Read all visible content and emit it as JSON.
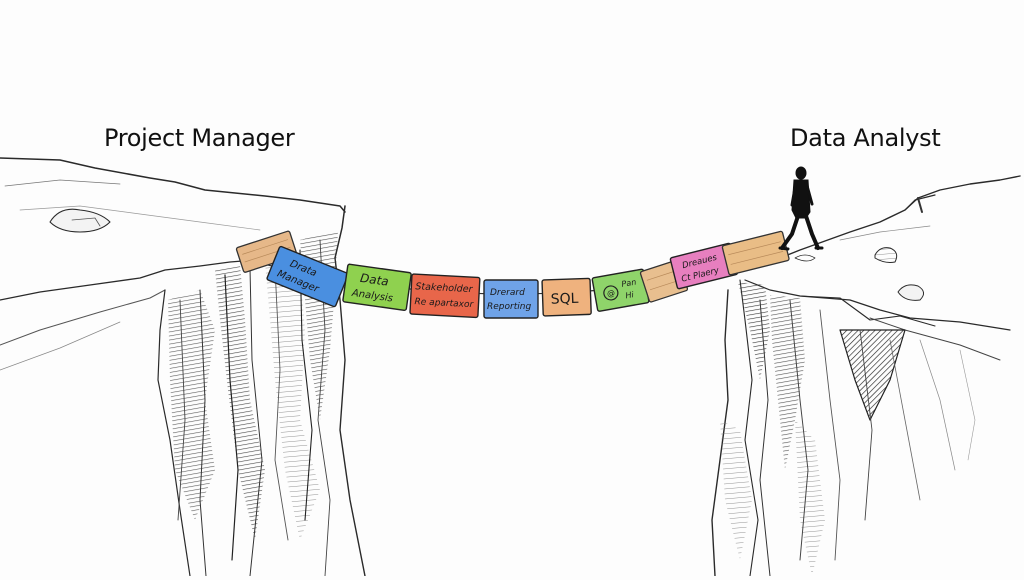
{
  "labels": {
    "left": "Project Manager",
    "right": "Data Analyst"
  },
  "bridge": {
    "planks": [
      {
        "line1": "",
        "line2": "",
        "color": "#e6b889"
      },
      {
        "line1": "Drata",
        "line2": "Manager",
        "color": "#4a8fe0"
      },
      {
        "line1": "Data",
        "line2": "Analysis",
        "color": "#8fd14f"
      },
      {
        "line1": "Stakeholder",
        "line2": "Re apartaxor",
        "color": "#e8664a"
      },
      {
        "line1": "Drerard",
        "line2": "Reporting",
        "color": "#6fa3e8"
      },
      {
        "line1": "SQL",
        "line2": "",
        "color": "#efb27e"
      },
      {
        "line1": "Pan",
        "line2": "Hi",
        "color": "#8fd46a"
      },
      {
        "line1": "",
        "line2": "",
        "color": "#e8bf8f"
      },
      {
        "line1": "Dreaues",
        "line2": "Ct Plaery",
        "color": "#e77fbf"
      },
      {
        "line1": "",
        "line2": "",
        "color": "#e9bd86"
      }
    ]
  },
  "figure": {
    "name": "walking-person",
    "color": "#111111"
  },
  "colors": {
    "background": "#fdfdfd",
    "pencil": "#2a2a2a",
    "shade": "#555555"
  }
}
